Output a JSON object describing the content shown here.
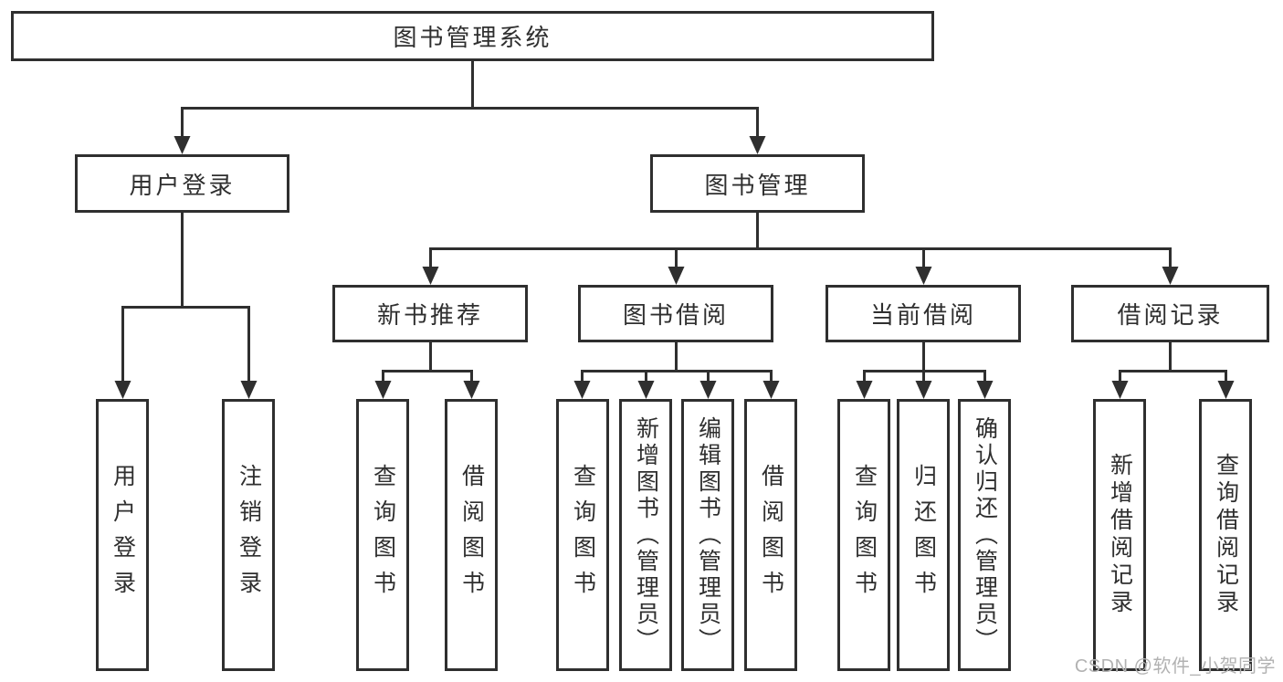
{
  "diagram": {
    "root": {
      "label": "图书管理系统"
    },
    "branches": [
      {
        "label": "用户登录",
        "children": [
          {
            "label": "用户登录"
          },
          {
            "label": "注销登录"
          }
        ]
      },
      {
        "label": "图书管理",
        "groups": [
          {
            "label": "新书推荐",
            "children": [
              {
                "label": "查询图书"
              },
              {
                "label": "借阅图书"
              }
            ]
          },
          {
            "label": "图书借阅",
            "children": [
              {
                "label": "查询图书"
              },
              {
                "label": "新增图书（管理员）"
              },
              {
                "label": "编辑图书（管理员）"
              },
              {
                "label": "借阅图书"
              }
            ]
          },
          {
            "label": "当前借阅",
            "children": [
              {
                "label": "查询图书"
              },
              {
                "label": "归还图书"
              },
              {
                "label": "确认归还（管理员）"
              }
            ]
          },
          {
            "label": "借阅记录",
            "children": [
              {
                "label": "新增借阅记录"
              },
              {
                "label": "查询借阅记录"
              }
            ]
          }
        ]
      }
    ]
  },
  "watermark": {
    "text": "CSDN @软件_小贺同学"
  },
  "colors": {
    "line": "#2f2f2f",
    "box_border": "#2f2f2f",
    "box_fill": "#ffffff",
    "text": "#2f2f2f",
    "watermark": "#b2b2b2",
    "background": "#ffffff"
  }
}
